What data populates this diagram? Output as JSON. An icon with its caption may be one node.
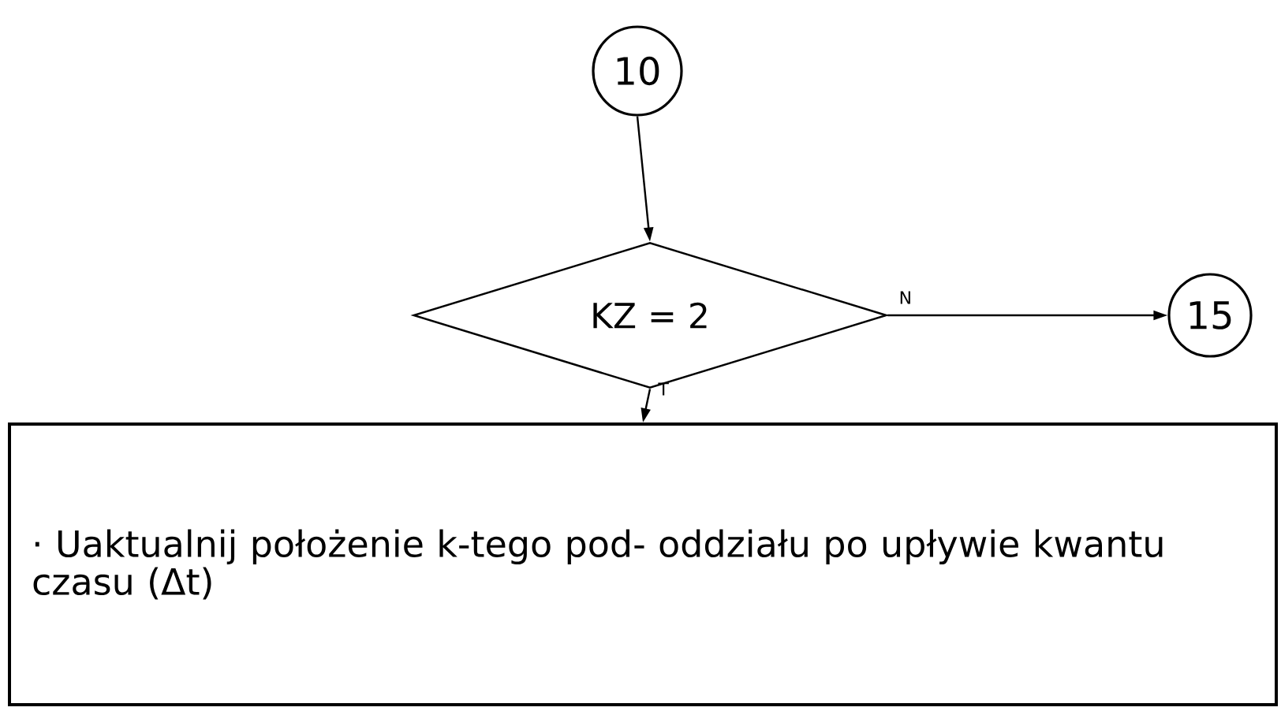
{
  "diagram": {
    "nodes": [
      {
        "text": [
          "10"
        ]
      },
      {
        "text": [
          "KZ = 2"
        ]
      },
      {
        "text": [
          "15"
        ]
      },
      {
        "text": [
          "· Uaktualnij położenie k-tego pod- oddziału po upływie kwantu czasu (Δt)"
        ]
      }
    ],
    "edges": [
      {
        "from": 0,
        "to": 1,
        "arrow": "to"
      },
      {
        "from": 1,
        "to": 2,
        "arrow": "to",
        "label": "N"
      },
      {
        "from": 1,
        "to": 3,
        "arrow": "to",
        "label": "T"
      }
    ]
  }
}
